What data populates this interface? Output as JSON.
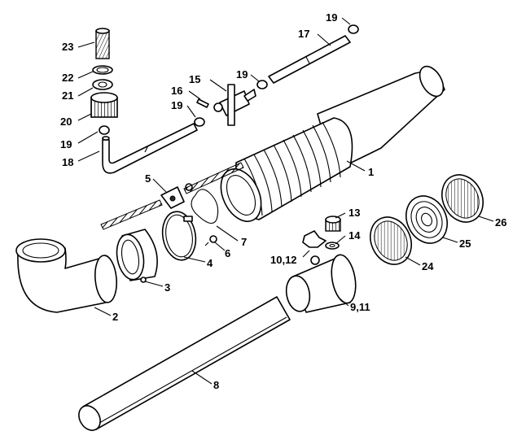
{
  "labels": {
    "p1": "1",
    "p2": "2",
    "p3": "3",
    "p4": "4",
    "p5": "5",
    "p6": "6",
    "p7": "7",
    "p8": "8",
    "p9_11": "9,11",
    "p10_12": "10,12",
    "p13": "13",
    "p14": "14",
    "p15": "15",
    "p16": "16",
    "p17": "17",
    "p18": "18",
    "p19a": "19",
    "p19b": "19",
    "p19c": "19",
    "p19d": "19",
    "p20": "20",
    "p21": "21",
    "p22": "22",
    "p23": "23",
    "p24": "24",
    "p25": "25",
    "p26": "26"
  }
}
